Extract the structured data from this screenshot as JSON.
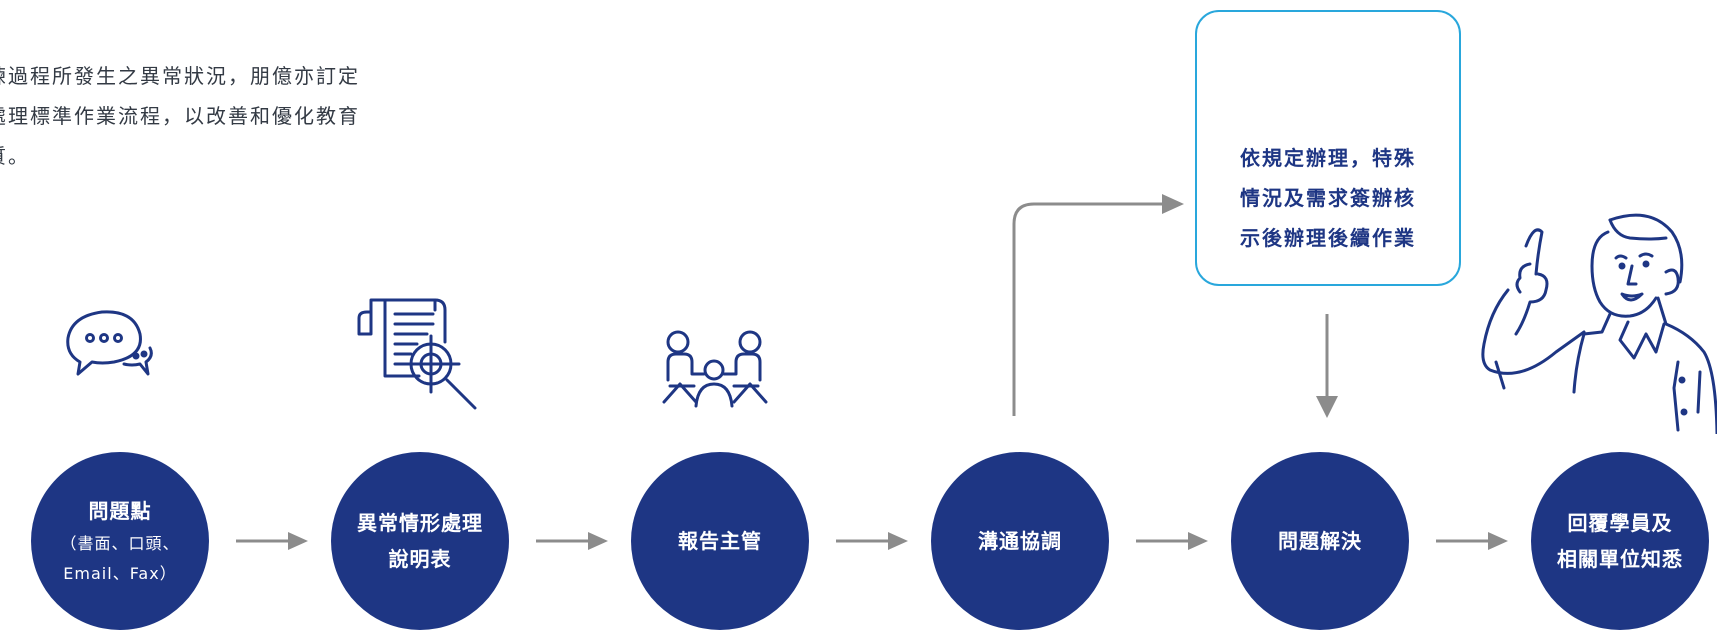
{
  "intro": {
    "lines": [
      "練過程所發生之異常狀況，朋億亦訂定",
      "處理標準作業流程，以改善和優化教育",
      "質。"
    ]
  },
  "steps": [
    {
      "line1": "問題點",
      "line2": "（書面、口頭、",
      "line3": "Email、Fax）"
    },
    {
      "line1": "異常情形處理",
      "line2": "說明表"
    },
    {
      "line1": "報告主管"
    },
    {
      "line1": "溝通協調"
    },
    {
      "line1": "問題解決"
    },
    {
      "line1": "回覆學員及",
      "line2": "相關單位知悉"
    }
  ],
  "branch_box": {
    "lines": [
      "依規定辦理，特殊",
      "情況及需求簽辦核",
      "示後辦理後續作業"
    ]
  },
  "colors": {
    "circle": "#1e3684",
    "box_border": "#29a7dc",
    "arrow": "#8c8c8c",
    "icon": "#1e3684"
  }
}
